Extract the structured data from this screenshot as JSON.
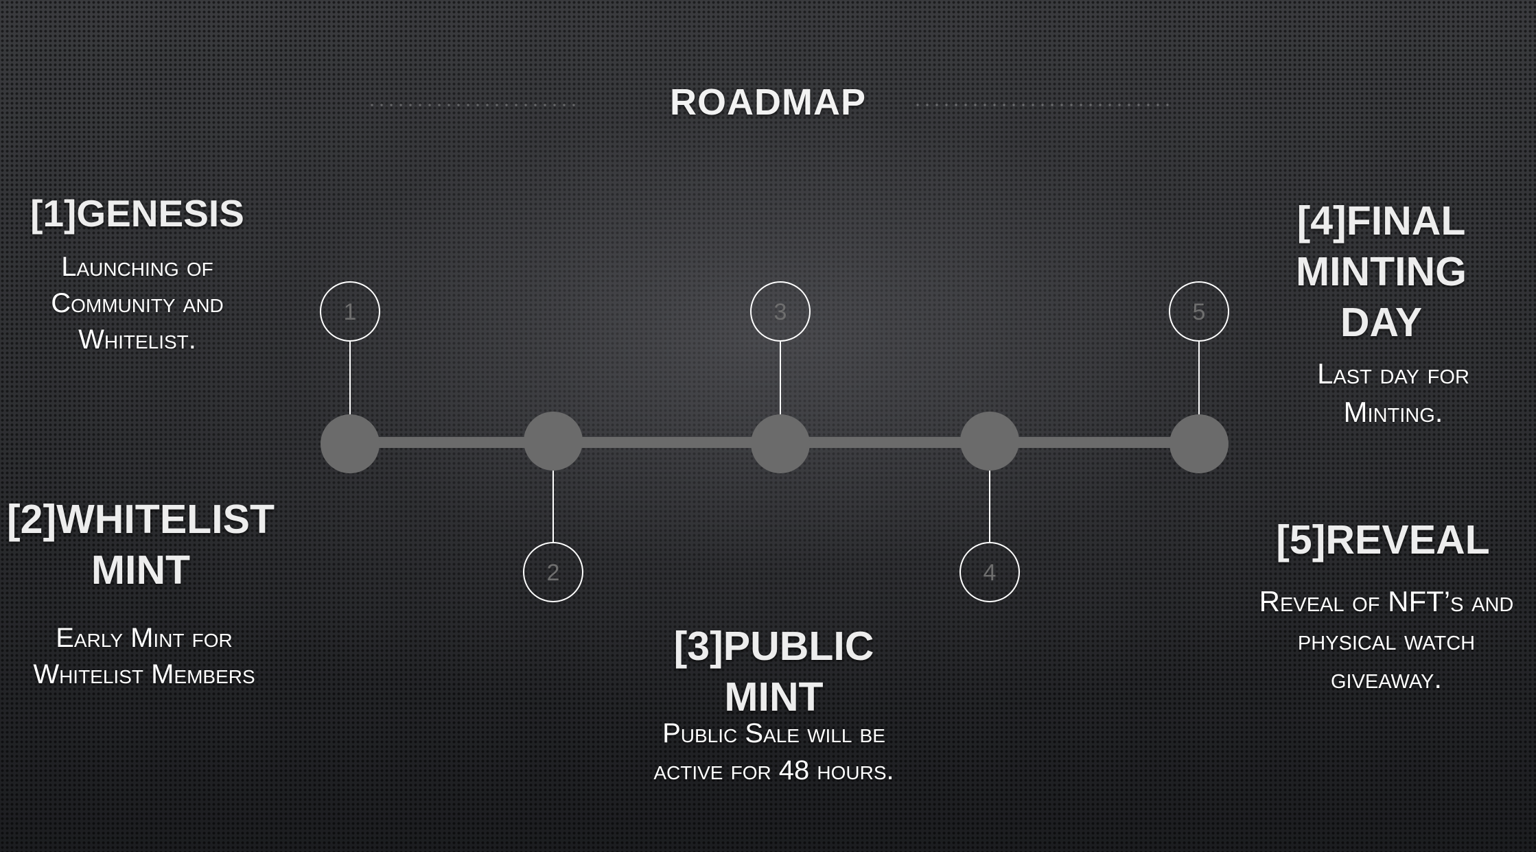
{
  "title": "ROADMAP",
  "phases": [
    {
      "heading": "[1]GENESIS",
      "description": "Launching of Community and Whitelist."
    },
    {
      "heading": "[2]WHITELIST MINT",
      "description": "Early Mint for Whitelist Members"
    },
    {
      "heading": "[3]PUBLIC MINT",
      "description": "Public Sale will be active for 48 hours."
    },
    {
      "heading": "[4]FINAL MINTING DAY",
      "description": "Last day for Minting."
    },
    {
      "heading": "[5]REVEAL",
      "description": "Reveal of NFT’s and physical watch giveaway."
    }
  ],
  "timeline": {
    "markers": [
      "1",
      "2",
      "3",
      "4",
      "5"
    ],
    "line_color": "#6b6b6b",
    "node_color": "#6b6b6b",
    "marker_stroke": "#ffffff"
  }
}
